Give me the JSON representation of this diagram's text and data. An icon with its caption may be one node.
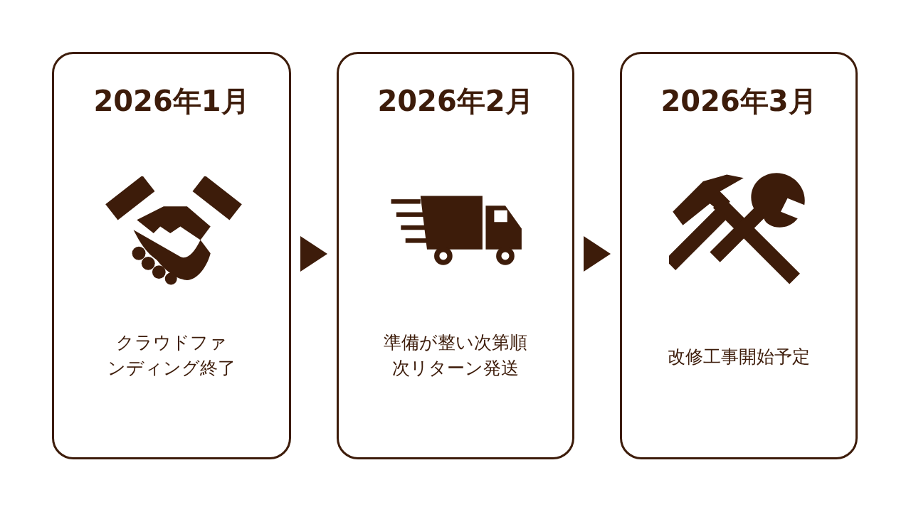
{
  "diagram": {
    "nodes": [
      {
        "text": [
          "2026年1月",
          "クラウドファンディング終了"
        ]
      },
      {
        "text": [
          "2026年2月",
          "準備が整い次第順次リターン発送"
        ]
      },
      {
        "text": [
          "2026年3月",
          "改修工事開始予定"
        ]
      }
    ],
    "edges": [
      {
        "from": 0,
        "to": 1,
        "arrow": "to"
      },
      {
        "from": 1,
        "to": 2,
        "arrow": "to"
      }
    ]
  }
}
